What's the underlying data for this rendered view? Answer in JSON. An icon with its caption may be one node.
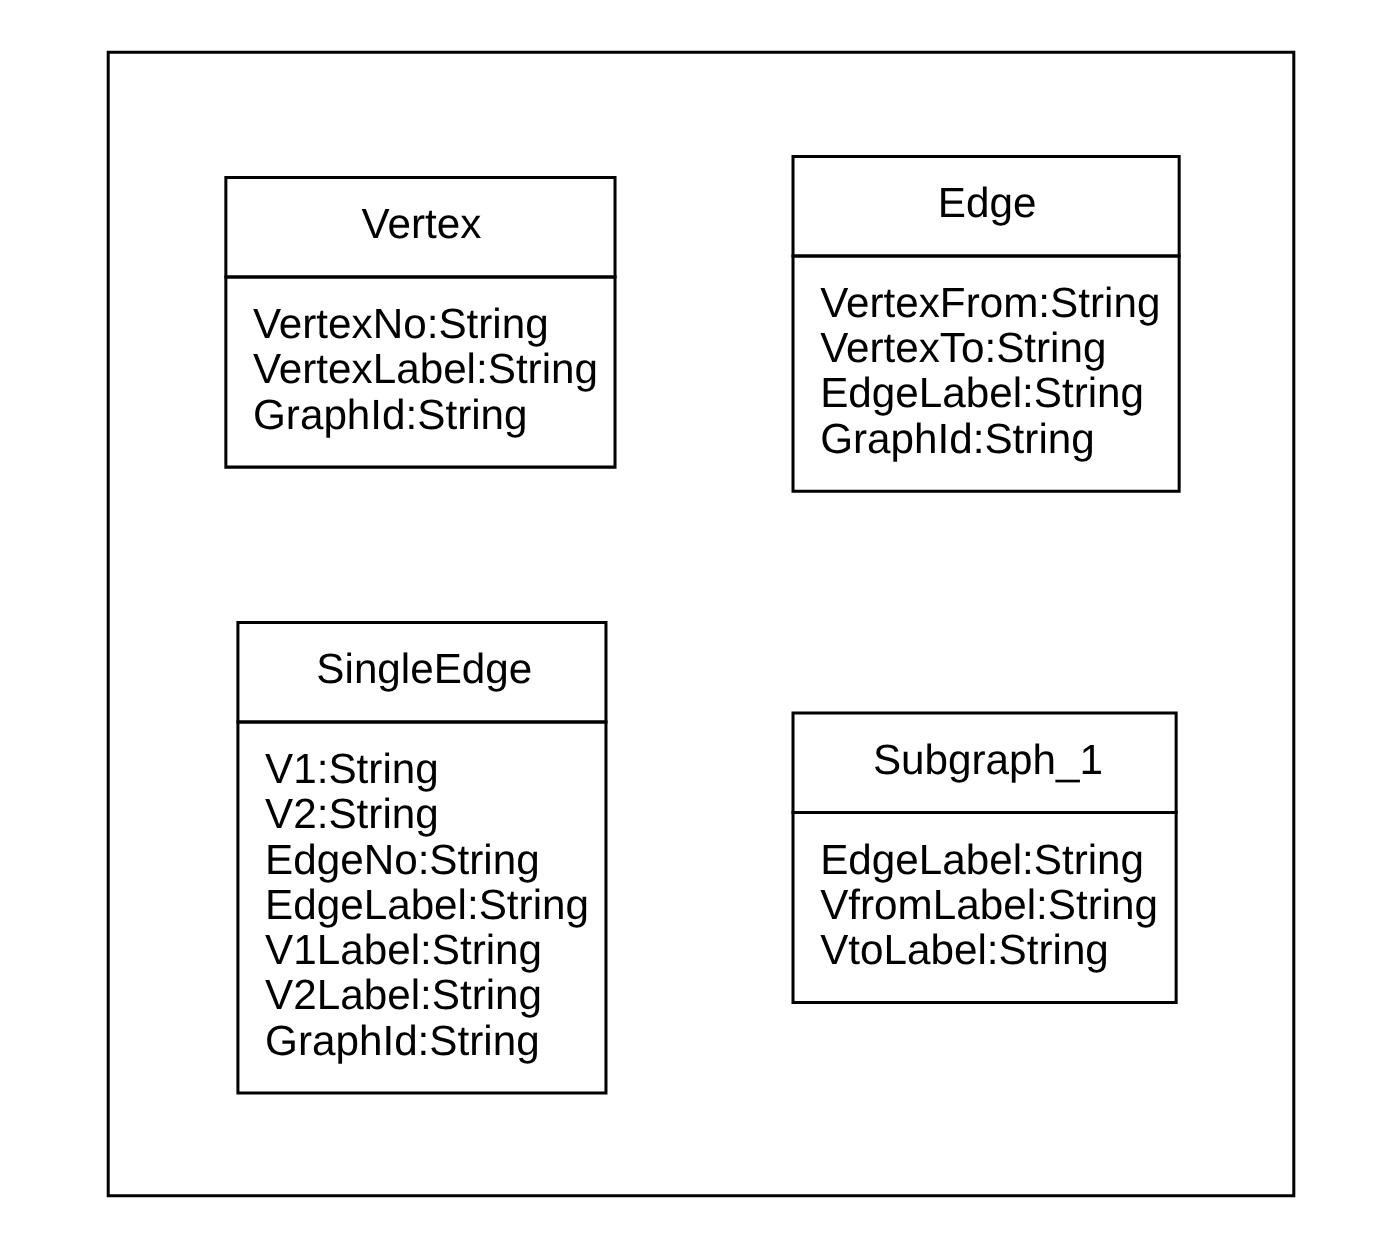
{
  "diagram": {
    "nodes": [
      {
        "text": [],
        "shape": "box"
      },
      {
        "text": [
          "Vertex",
          "VertexNo:String",
          "VertexLabel:String",
          "GraphId:String"
        ],
        "in": 0
      },
      {
        "text": [
          "Edge",
          "VertexFrom:String",
          "VertexTo:String",
          "EdgeLabel:String",
          "GraphId:String"
        ],
        "in": 0
      },
      {
        "text": [
          "SingleEdge",
          "V1:String",
          "V2:String",
          "EdgeNo:String",
          "EdgeLabel:String",
          "V1Label:String",
          "V2Label:String",
          "GraphId:String"
        ],
        "in": 0
      },
      {
        "text": [
          "Subgraph_1",
          "EdgeLabel:String",
          "VfromLabel:String",
          "VtoLabel:String"
        ],
        "in": 0
      }
    ],
    "edges": []
  }
}
